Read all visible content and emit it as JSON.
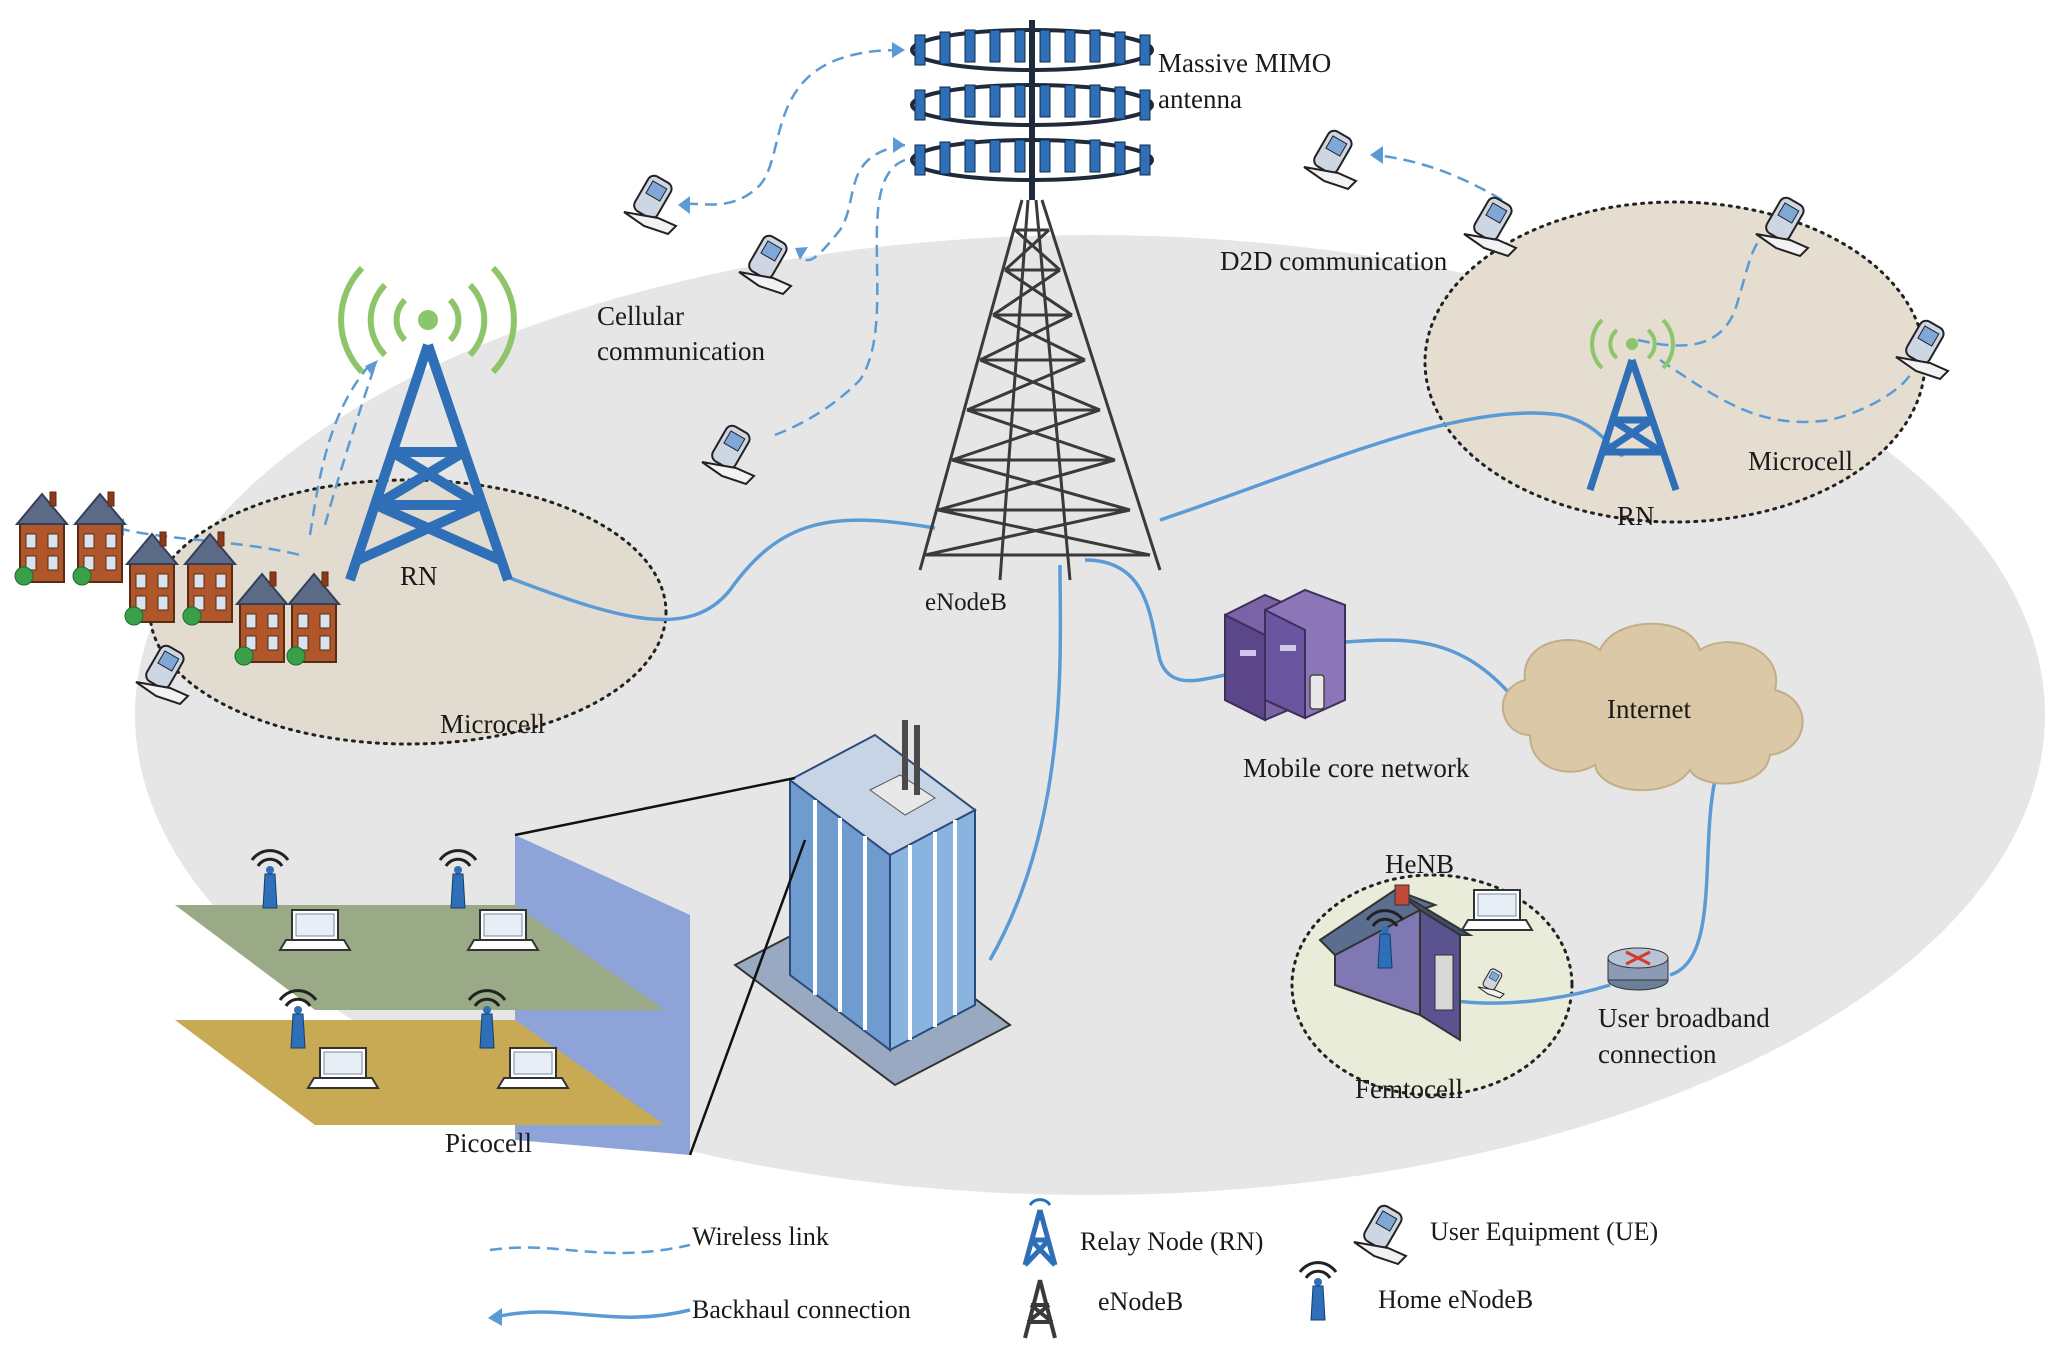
{
  "colors": {
    "link_blue": "#5b9bd5",
    "tower_blue": "#2e6fb7",
    "tower_dark": "#3a3a3a",
    "coverage_gray": "#e6e6e6",
    "microcell_fill": "#e2dbcf",
    "femtocell_fill": "#e9ecd9",
    "floor_green": "#9aaa86",
    "floor_gold": "#c8aa55",
    "wall_blue": "#8ea4d8",
    "cloud": "#dac8a6",
    "signal_green": "#8cc56a"
  },
  "labels": {
    "massive_mimo": [
      "Massive MIMO",
      "antenna"
    ],
    "cellular": [
      "Cellular",
      "communication"
    ],
    "d2d": "D2D communication",
    "rn_left": "RN",
    "rn_right": "RN",
    "enodeb": "eNodeB",
    "microcell_left": "Microcell",
    "microcell_right": "Microcell",
    "mobile_core": "Mobile core network",
    "internet": "Internet",
    "henb": "HeNB",
    "user_broadband": [
      "User broadband",
      "connection"
    ],
    "femtocell": "Femtocell",
    "picocell": "Picocell"
  },
  "legend": {
    "wireless_link": "Wireless link",
    "backhaul": "Backhaul connection",
    "relay_node": "Relay Node (RN)",
    "enodeb": "eNodeB",
    "user_equipment": "User Equipment (UE)",
    "home_enodeb": "Home eNodeB"
  }
}
